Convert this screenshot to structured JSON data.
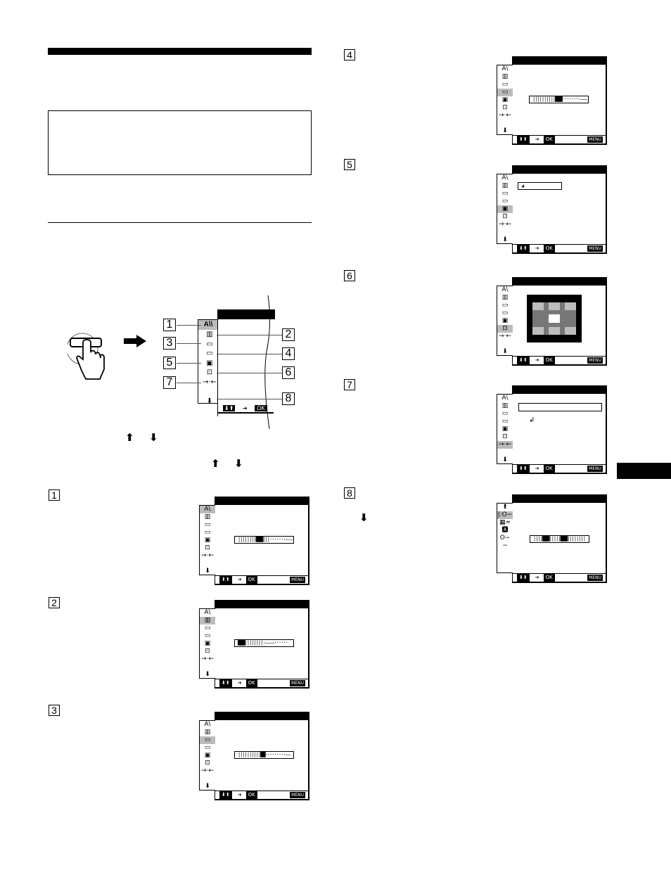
{
  "page": {
    "section_header_bar": "",
    "note_box": "",
    "section_rule": "",
    "side_tab": ""
  },
  "intro_diagram": {
    "labels": [
      "1",
      "2",
      "3",
      "4",
      "5",
      "6",
      "7",
      "8"
    ],
    "menu_icons": [
      "picture-icon",
      "color-icon",
      "h-size-icon",
      "v-size-icon",
      "pattern-icon",
      "center-icon",
      "convergence-icon",
      "down-arrow-icon"
    ],
    "footer": {
      "nav": "⬇⬆",
      "arrow": "➔",
      "ok": "OK"
    }
  },
  "arrows": {
    "up": "⬆",
    "down": "⬇"
  },
  "steps": [
    {
      "num": "1",
      "selected_index": 0,
      "content": "bar",
      "bar_text": "||||||||███|||·······–––··"
    },
    {
      "num": "2",
      "selected_index": 1,
      "content": "bar",
      "bar_text": "███||||||||·––––······"
    },
    {
      "num": "3",
      "selected_index": 2,
      "content": "bar",
      "bar_text": "||||||||||██·········––"
    },
    {
      "num": "4",
      "selected_index": 3,
      "content": "bar",
      "bar_text": "||||||||||███········–––"
    },
    {
      "num": "5",
      "selected_index": 4,
      "content": "field",
      "field_text": "◢"
    },
    {
      "num": "6",
      "selected_index": 5,
      "content": "grid"
    },
    {
      "num": "7",
      "selected_index": 6,
      "content": "reset",
      "reset_glyph": "↲"
    },
    {
      "num": "8",
      "selected_index": 1,
      "content": "bar2",
      "bar_text": "||||███|||||███||||||||",
      "note_arrow": "⬇"
    }
  ],
  "osd": {
    "main_icons": [
      "Aͅͅ",
      "ⅡⅡ",
      "▭▫",
      "▭",
      "∷",
      "↦▯",
      "→·←",
      "",
      "",
      " ⬇"
    ],
    "ext_icons": [
      "⬆",
      "|:O−",
      "▦≈",
      "A",
      "O−−"
    ],
    "footer_nav": "⬇⬆",
    "footer_arrow": "➔",
    "footer_ok": "OK",
    "footer_menu": "MENU"
  },
  "colors": {
    "ink": "#000000",
    "highlight": "#bbbbbb",
    "grid_dark": "#777777",
    "grid_light": "#bdbdbd"
  }
}
